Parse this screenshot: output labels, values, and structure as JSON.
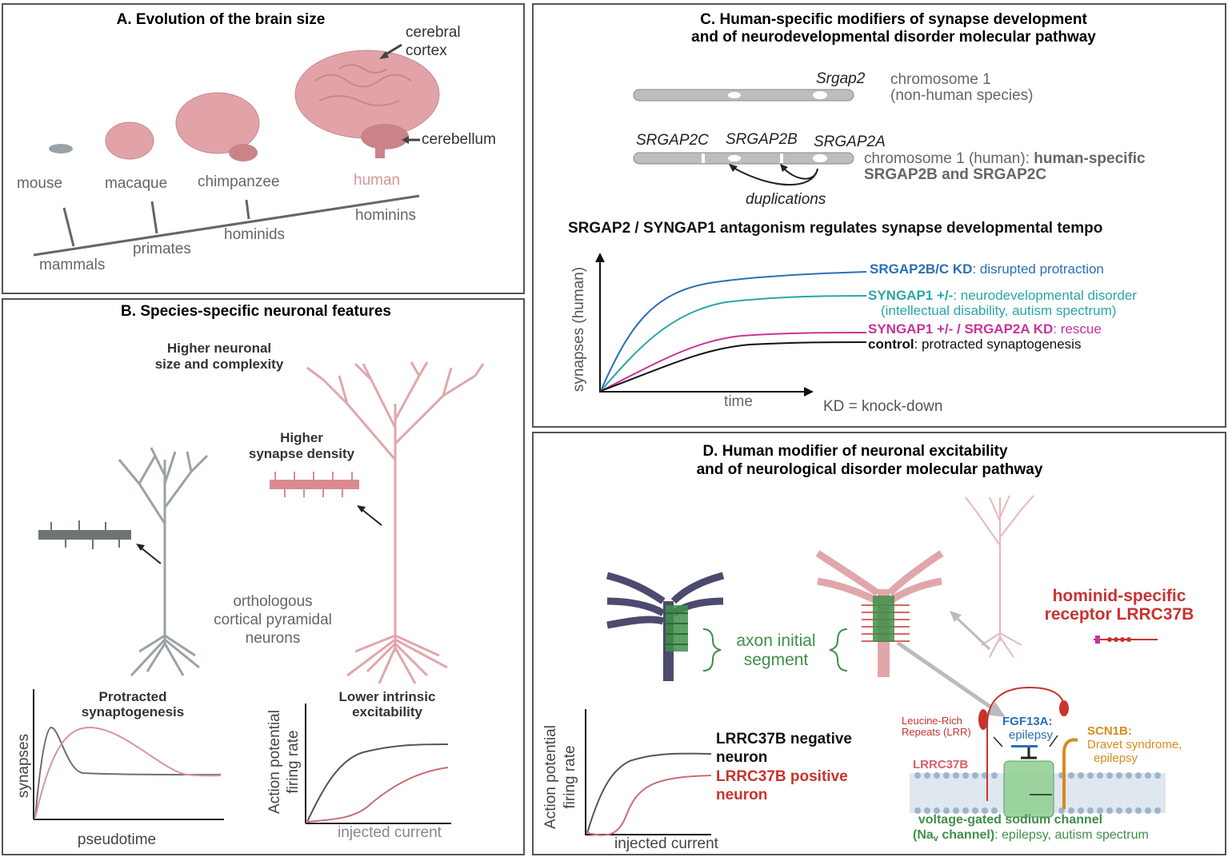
{
  "panelA": {
    "title": "A. Evolution of the brain size",
    "cortex_label_1": "cerebral",
    "cortex_label_2": "cortex",
    "cerebellum_label": "cerebellum",
    "species": [
      "mouse",
      "macaque",
      "chimpanzee",
      "human"
    ],
    "clades": [
      "mammals",
      "primates",
      "hominids",
      "hominins"
    ]
  },
  "panelB": {
    "title": "B. Species-specific neuronal features",
    "size_label_1": "Higher neuronal",
    "size_label_2": "size and complexity",
    "density_label_1": "Higher",
    "density_label_2": "synapse density",
    "neurons_label_1": "orthologous",
    "neurons_label_2": "cortical pyramidal",
    "neurons_label_3": "neurons",
    "plot1": {
      "title_1": "Protracted",
      "title_2": "synaptogenesis",
      "ylabel": "synapses",
      "xlabel": "pseudotime"
    },
    "plot2": {
      "title_1": "Lower intrinsic",
      "title_2": "excitability",
      "ylabel_1": "Action potential",
      "ylabel_2": "firing rate",
      "xlabel": "injected current"
    }
  },
  "panelC": {
    "title_1": "C. Human-specific modifiers of synapse development",
    "title_2": "and of neurodevelopmental disorder molecular pathway",
    "gene_nonhuman": "Srgap2",
    "chr1_nonhuman_1": "chromosome 1",
    "chr1_nonhuman_2": "(non-human species)",
    "genes_human": [
      "SRGAP2C",
      "SRGAP2B",
      "SRGAP2A"
    ],
    "chr1_human_prefix": "chromosome 1 (human): ",
    "chr1_human_bold": "human-specific",
    "chr1_human_2": "SRGAP2B and SRGAP2C",
    "duplications": "duplications",
    "antagonism": "SRGAP2 / SYNGAP1 antagonism regulates synapse developmental tempo",
    "ylabel": "synapses (human)",
    "xlabel": "time",
    "kd_note": "KD = knock-down",
    "legend": [
      {
        "bold": "SRGAP2B/C KD",
        "rest": ": disrupted protraction",
        "color": "#2a6fb8"
      },
      {
        "bold": "SYNGAP1 +/-",
        "rest": ": neurodevelopmental disorder",
        "rest2": "(intellectual disability, autism spectrum)",
        "color": "#2aa6a6"
      },
      {
        "bold": "SYNGAP1 +/- / SRGAP2A KD",
        "rest": ": rescue",
        "color": "#c8329a"
      },
      {
        "bold": "control",
        "rest": ": protracted synaptogenesis",
        "color": "#111111"
      }
    ]
  },
  "panelD": {
    "title_1": "D. Human modifier of neuronal excitability",
    "title_2": "and of neurological disorder molecular pathway",
    "ais_1": "axon initial",
    "ais_2": "segment",
    "receptor_1": "hominid-specific",
    "receptor_2": "receptor LRRC37B",
    "plot_ylabel_1": "Action potential",
    "plot_ylabel_2": "firing rate",
    "plot_xlabel": "injected current",
    "neg_1": "LRRC37B negative",
    "neg_2": "neuron",
    "pos_1": "LRRC37B positive",
    "pos_2": "neuron",
    "lrr_1": "Leucine-Rich",
    "lrr_2": "Repeats (LRR)",
    "lrrc37b": "LRRC37B",
    "fgf_1": "FGF13A:",
    "fgf_2": "epilepsy",
    "scn_1": "SCN1B:",
    "scn_2": "Dravet syndrome,",
    "scn_3": "epilepsy",
    "nav_1": "voltage-gated sodium channel",
    "nav_2a": "(Na",
    "nav_sub": "v",
    "nav_2b": " channel)",
    "nav_2c": ": epilepsy, autism spectrum"
  },
  "colors": {
    "human_pink": "#d7959a",
    "grey": "#6f6f6f",
    "blue": "#2a6fb8",
    "teal": "#2aa6a6",
    "magenta": "#c8329a",
    "green": "#3f8f4a",
    "red": "#c8332e",
    "orange": "#d98a1e"
  }
}
